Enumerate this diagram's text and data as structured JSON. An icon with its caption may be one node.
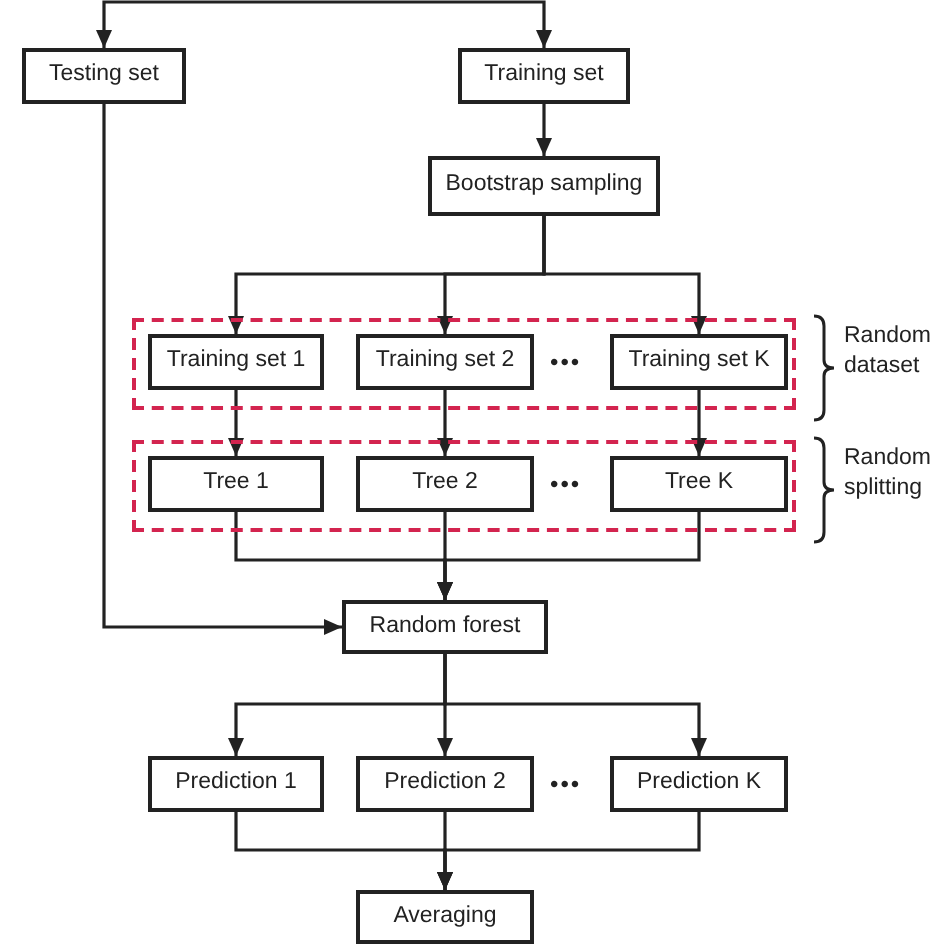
{
  "diagram": {
    "nodes": [
      {
        "text": [
          "Testing set"
        ]
      },
      {
        "text": [
          "Training set"
        ]
      },
      {
        "text": [
          "Bootstrap sampling"
        ]
      },
      {
        "text": [],
        "shape": "box",
        "beside": [
          "Random dataset"
        ]
      },
      {
        "text": [
          "Training set 1"
        ],
        "in": 3
      },
      {
        "text": [
          "Training set 2"
        ],
        "in": 3
      },
      {
        "text": [
          "Training set K"
        ],
        "in": 3
      },
      {
        "text": [],
        "shape": "box",
        "beside": [
          "Random splitting"
        ]
      },
      {
        "text": [
          "Tree 1"
        ],
        "in": 7
      },
      {
        "text": [
          "Tree 2"
        ],
        "in": 7
      },
      {
        "text": [
          "Tree K"
        ],
        "in": 7
      },
      {
        "text": [
          "Random forest"
        ]
      },
      {
        "text": [
          "Prediction 1"
        ]
      },
      {
        "text": [
          "Prediction 2"
        ]
      },
      {
        "text": [
          "Prediction K"
        ]
      },
      {
        "text": [
          "Averaging"
        ]
      }
    ],
    "edges": [
      {
        "from": null,
        "to": 0,
        "arrow": "to"
      },
      {
        "from": null,
        "to": 1,
        "arrow": "to"
      },
      {
        "from": 0,
        "to": 11,
        "arrow": "to"
      },
      {
        "from": 1,
        "to": 2,
        "arrow": "to"
      },
      {
        "from": 2,
        "to": 4,
        "arrow": "to"
      },
      {
        "from": 2,
        "to": 5,
        "arrow": "to"
      },
      {
        "from": 2,
        "to": 6,
        "arrow": "to"
      },
      {
        "from": 4,
        "to": 8,
        "arrow": "to"
      },
      {
        "from": 5,
        "to": 9,
        "arrow": "to"
      },
      {
        "from": 6,
        "to": 10,
        "arrow": "to"
      },
      {
        "from": 8,
        "to": 11,
        "arrow": "to"
      },
      {
        "from": 9,
        "to": 11,
        "arrow": "to"
      },
      {
        "from": 10,
        "to": 11,
        "arrow": "to"
      },
      {
        "from": 11,
        "to": 12,
        "arrow": "to"
      },
      {
        "from": 11,
        "to": 13,
        "arrow": "to"
      },
      {
        "from": 11,
        "to": 14,
        "arrow": "to"
      },
      {
        "from": 12,
        "to": 15,
        "arrow": "to"
      },
      {
        "from": 13,
        "to": 15,
        "arrow": "to"
      },
      {
        "from": 14,
        "to": 15,
        "arrow": "to"
      }
    ],
    "labels": [
      "•••",
      "•••",
      "•••"
    ]
  }
}
